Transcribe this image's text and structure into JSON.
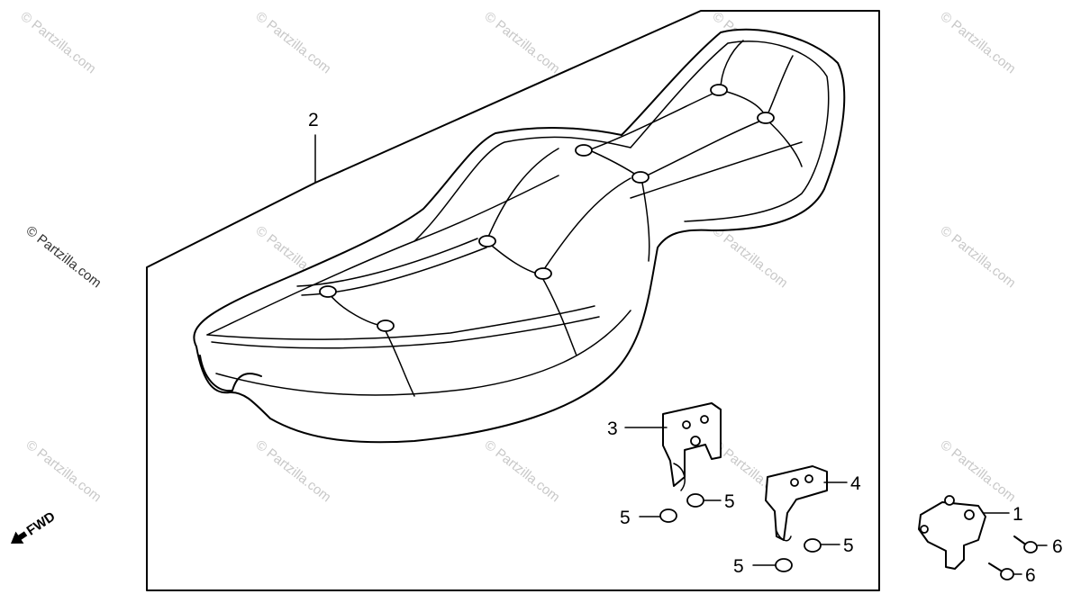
{
  "watermark": {
    "text": "© Partzilla.com",
    "color": "#c8c8c8"
  },
  "callouts": {
    "p1": "1",
    "p2": "2",
    "p3": "3",
    "p4": "4",
    "p5a": "5",
    "p5b": "5",
    "p5c": "5",
    "p5d": "5",
    "p6a": "6",
    "p6b": "6"
  },
  "direction": {
    "label": "FWD",
    "icon": "arrow-left-icon"
  }
}
